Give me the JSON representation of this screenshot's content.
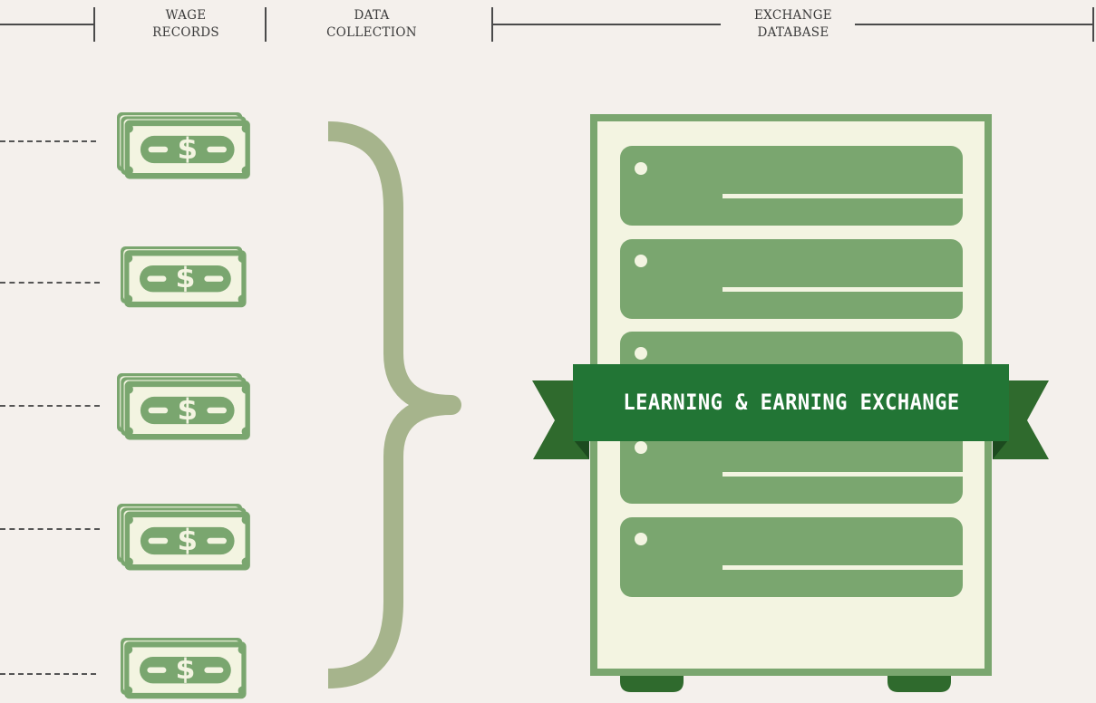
{
  "headers": {
    "wage_records": [
      "WAGE",
      "RECORDS"
    ],
    "data_collection": [
      "DATA",
      "COLLECTION"
    ],
    "exchange_database": [
      "EXCHANGE",
      "DATABASE"
    ]
  },
  "bill_symbol": "$",
  "banner": {
    "text": "LEARNING & EARNING EXCHANGE"
  },
  "colors": {
    "background": "#f4f0ec",
    "money_green": "#7aa66f",
    "bill_paper": "#f3f4e1",
    "brace": "#a6b48c",
    "server_panel": "#7aa66f",
    "banner_green": "#227535",
    "banner_dark": "#2f6a2d"
  },
  "icons": [
    "money-stack-icon",
    "curly-brace-icon",
    "server-icon",
    "ribbon-banner-icon"
  ]
}
